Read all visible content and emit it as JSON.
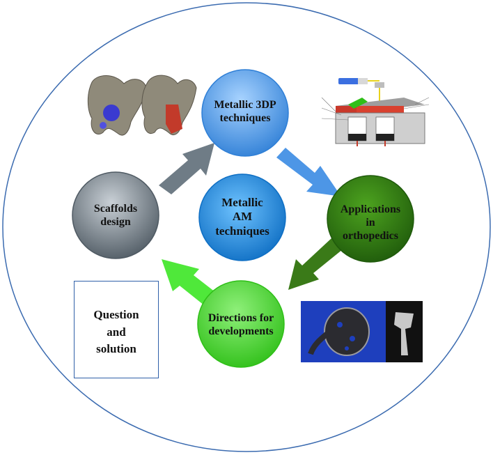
{
  "nodes": {
    "center": "Metallic\nAM\ntechniques",
    "metallic_3dp": "Metallic 3DP\ntechniques",
    "applications": "Applications\nin\northopedics",
    "directions": "Directions for\ndevelopments",
    "scaffolds": "Scaffolds\ndesign"
  },
  "question_box": "Question\nand\nsolution",
  "colors": {
    "border_ellipse": "#3b6bb0",
    "center": "#1f8fe0",
    "metallic_3dp": "#4a9be8",
    "applications": "#2f7a12",
    "directions": "#46d12c",
    "scaffolds": "#6d7880",
    "arrow_scaffold_to_3dp": "#6f7c86",
    "arrow_3dp_to_app": "#4d96e6",
    "arrow_app_to_dir": "#3a7a18",
    "arrow_dir_to_scaffold": "#4fe83a"
  }
}
